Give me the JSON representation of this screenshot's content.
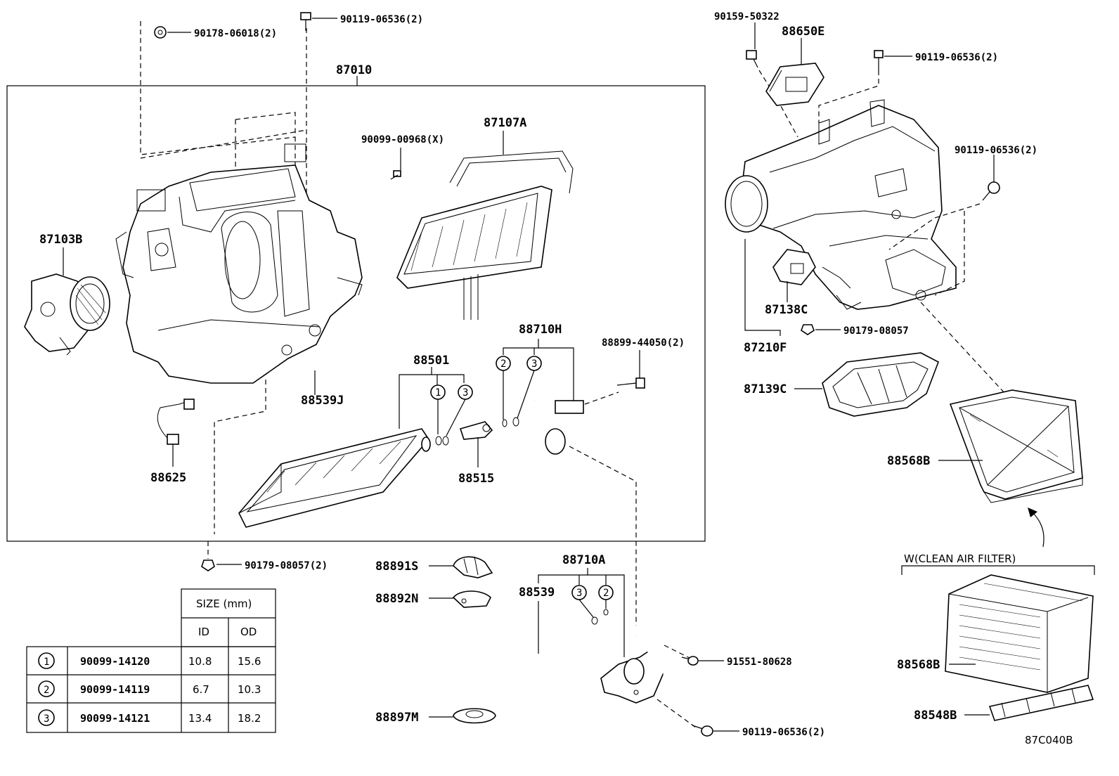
{
  "group_labels": {
    "main_assembly": "87010",
    "clean_air_filter": "W(CLEAN AIR FILTER)"
  },
  "part_labels": {
    "p87103B": "87103B",
    "p87107A": "87107A",
    "p90099_00968": "90099-00968(X)",
    "p90178_06018": "90178-06018(2)",
    "p90119_06536_top": "90119-06536(2)",
    "p88539J": "88539J",
    "p88625": "88625",
    "p88501": "88501",
    "p88515": "88515",
    "p88710H": "88710H",
    "p88899_44050": "88899-44050(2)",
    "p90179_08057_left": "90179-08057(2)",
    "p88891S": "88891S",
    "p88892N": "88892N",
    "p88897M": "88897M",
    "p88710A": "88710A",
    "p88539": "88539",
    "p91551_80628": "91551-80628",
    "p90119_06536_bottom": "90119-06536(2)",
    "p90159_50322": "90159-50322",
    "p88650E": "88650E",
    "p90119_06536_right1": "90119-06536(2)",
    "p90119_06536_right2": "90119-06536(2)",
    "p87138C": "87138C",
    "p90179_08057_right": "90179-08057",
    "p87210F": "87210F",
    "p87139C": "87139C",
    "p88568B_upper": "88568B",
    "p88568B_lower": "88568B",
    "p88548B": "88548B"
  },
  "circle_numbers": {
    "one": "1",
    "two": "2",
    "three": "3"
  },
  "size_table": {
    "header": "SIZE (mm)",
    "col_id": "ID",
    "col_od": "OD",
    "rows": [
      {
        "no": "1",
        "part": "90099-14120",
        "id": "10.8",
        "od": "15.6"
      },
      {
        "no": "2",
        "part": "90099-14119",
        "id": "6.7",
        "od": "10.3"
      },
      {
        "no": "3",
        "part": "90099-14121",
        "id": "13.4",
        "od": "18.2"
      }
    ]
  },
  "drawing_code": "87C040B"
}
